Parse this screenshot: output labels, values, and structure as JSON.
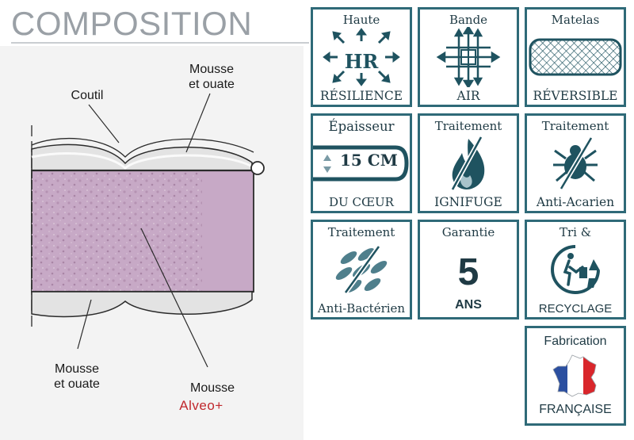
{
  "section": {
    "title": "COMPOSITION"
  },
  "diagram": {
    "label_coutil": "Coutil",
    "label_top_foam_1": "Mousse",
    "label_top_foam_2": "et ouate",
    "label_bottom_foam_1": "Mousse",
    "label_bottom_foam_2": "et ouate",
    "label_core": "Mousse",
    "core_brand": "Alveo+",
    "colors": {
      "core": "#c7a9c6",
      "panel": "#f3f3f3",
      "brand": "#c0282d",
      "padding": "#e3e3e3"
    }
  },
  "badges": [
    {
      "id": "haute-resilience",
      "top": "Haute",
      "icon_text": "HR",
      "bottom": "RÉSILIENCE",
      "icon": "arrows-outward-icon"
    },
    {
      "id": "bande-air",
      "top": "Bande",
      "bottom": "AIR",
      "icon": "air-grid-icon"
    },
    {
      "id": "matelas-reversible",
      "top": "Matelas",
      "bottom": "RÉVERSIBLE",
      "icon": "mattress-mesh-icon"
    },
    {
      "id": "epaisseur",
      "top": "Épaisseur",
      "icon_text": "15 CM",
      "bottom": "DU CŒUR",
      "icon": "thickness-icon"
    },
    {
      "id": "ignifuge",
      "top": "Traitement",
      "bottom": "IGNIFUGE",
      "icon": "no-flame-icon"
    },
    {
      "id": "anti-acarien",
      "top": "Traitement",
      "bottom": "Anti-Acarien",
      "icon": "no-mite-icon"
    },
    {
      "id": "anti-bacterien",
      "top": "Traitement",
      "bottom": "Anti-Bactérien",
      "icon": "no-bacteria-icon"
    },
    {
      "id": "garantie",
      "top": "Garantie",
      "icon_text": "5",
      "bottom": "ANS",
      "icon": "guarantee-number"
    },
    {
      "id": "tri-recyclage",
      "top": "Tri &",
      "bottom": "RECYCLAGE",
      "icon": "recycle-icon"
    },
    {
      "id": "fabrication",
      "top": "Fabrication",
      "bottom": "FRANÇAISE",
      "icon": "france-flag-map-icon"
    }
  ],
  "colors": {
    "badge_border": "#2f6a78",
    "badge_text": "#1f3a44",
    "icon": "#1f5360",
    "title": "#9aa0a6"
  }
}
